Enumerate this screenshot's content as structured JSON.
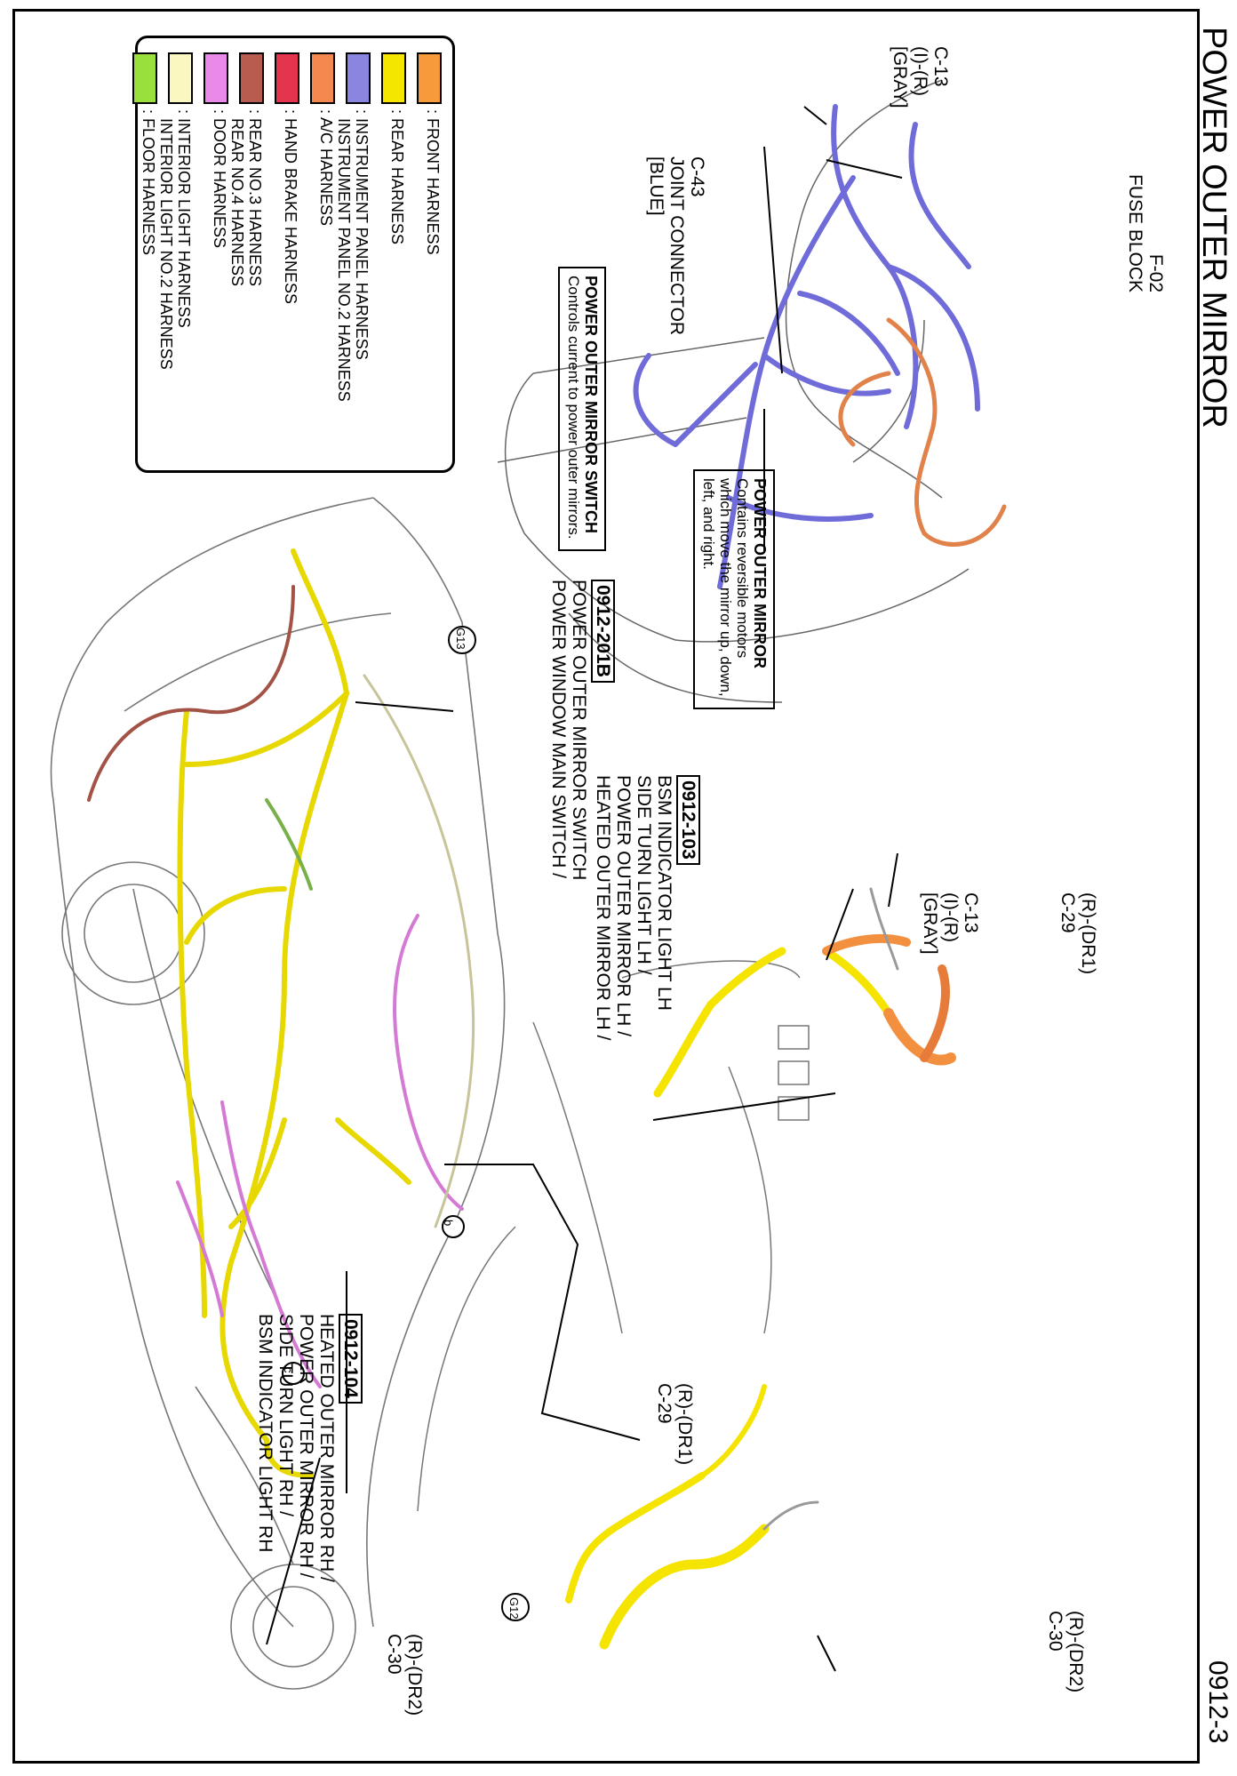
{
  "title": "POWER OUTER MIRROR",
  "page_number": "0912-3",
  "callouts": {
    "fuse_block": [
      "FUSE BLOCK",
      "F-02"
    ],
    "c13_top": [
      "C-13",
      "(I)-(R)",
      "[GRAY]"
    ],
    "c43": [
      "C-43",
      "JOINT CONNECTOR",
      "[BLUE]"
    ],
    "c13_door": [
      "C-13",
      "(I)-(R)",
      "[GRAY]"
    ],
    "c29_door": [
      "C-29",
      "(R)-(DR1)"
    ],
    "c30_door": [
      "C-30",
      "(R)-(DR2)"
    ],
    "c29_car": [
      "C-29",
      "(R)-(DR1)"
    ],
    "c30_car": [
      "C-30",
      "(R)-(DR2)"
    ],
    "ground_g13": "G13",
    "ground_g12": "G12",
    "pin_b": "b",
    "pin_c": "c"
  },
  "component_groups": {
    "lh": {
      "ref": "0912-103",
      "lines": [
        "HEATED OUTER MIRROR LH /",
        "POWER OUTER MIRROR LH /",
        "SIDE TURN LIGHT LH /",
        "BSM INDICATOR LIGHT LH"
      ]
    },
    "rh": {
      "ref": "0912-104",
      "lines": [
        "HEATED OUTER MIRROR RH /",
        "POWER OUTER MIRROR RH /",
        "SIDE TURN LIGHT RH /",
        "BSM INDICATOR LIGHT RH"
      ]
    },
    "switch": {
      "ref": "0912-201B",
      "lines": [
        "POWER WINDOW MAIN SWITCH /",
        "POWER OUTER MIRROR SWITCH"
      ]
    }
  },
  "descriptions": {
    "mirror": {
      "heading": "POWER OUTER MIRROR",
      "body": "Contains reversible motors which move the mirror up, down, left, and right."
    },
    "switch": {
      "heading": "POWER OUTER MIRROR SWITCH",
      "body": "Controls current to power outer mirrors."
    }
  },
  "legend": [
    {
      "label": ": FRONT HARNESS",
      "color": "#f79a3c"
    },
    {
      "label": ": REAR HARNESS",
      "color": "#f5e600"
    },
    {
      "label": ": INSTRUMENT PANEL HARNESS\n  INSTRUMENT PANEL NO.2 HARNESS",
      "color": "#8a86e0"
    },
    {
      "label": ": A/C HARNESS",
      "color": "#f3894f"
    },
    {
      "label": ": HAND BRAKE HARNESS",
      "color": "#e4354f"
    },
    {
      "label": ": REAR NO.3 HARNESS\n  REAR NO.4 HARNESS",
      "color": "#b85c50"
    },
    {
      "label": ": DOOR HARNESS",
      "color": "#e98ae8"
    },
    {
      "label": ": INTERIOR LIGHT HARNESS\n  INTERIOR LIGHT NO.2 HARNESS",
      "color": "#fbf7c0"
    },
    {
      "label": ": FLOOR HARNESS",
      "color": "#99e03d"
    }
  ]
}
